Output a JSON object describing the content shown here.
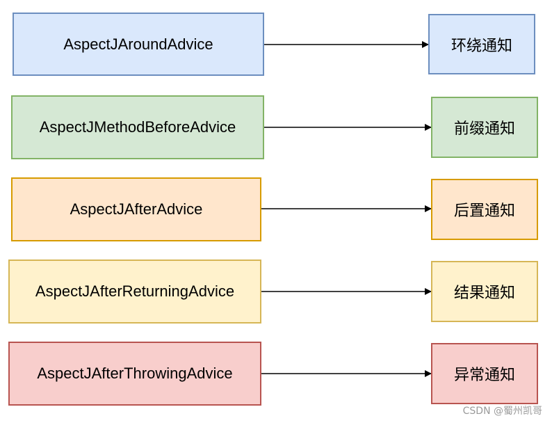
{
  "rows": [
    {
      "left": "AspectJAroundAdvice",
      "right": "环绕通知",
      "fill": "#dae8fc",
      "stroke": "#6c8ebf"
    },
    {
      "left": "AspectJMethodBeforeAdvice",
      "right": "前缀通知",
      "fill": "#d5e8d4",
      "stroke": "#82b366"
    },
    {
      "left": "AspectJAfterAdvice",
      "right": "后置通知",
      "fill": "#ffe6cc",
      "stroke": "#d79b00"
    },
    {
      "left": "AspectJAfterReturningAdvice",
      "right": "结果通知",
      "fill": "#fff2cc",
      "stroke": "#d6b656"
    },
    {
      "left": "AspectJAfterThrowingAdvice",
      "right": "异常通知",
      "fill": "#f8cecc",
      "stroke": "#b85450"
    }
  ],
  "watermark": "CSDN @蜀州凯哥"
}
